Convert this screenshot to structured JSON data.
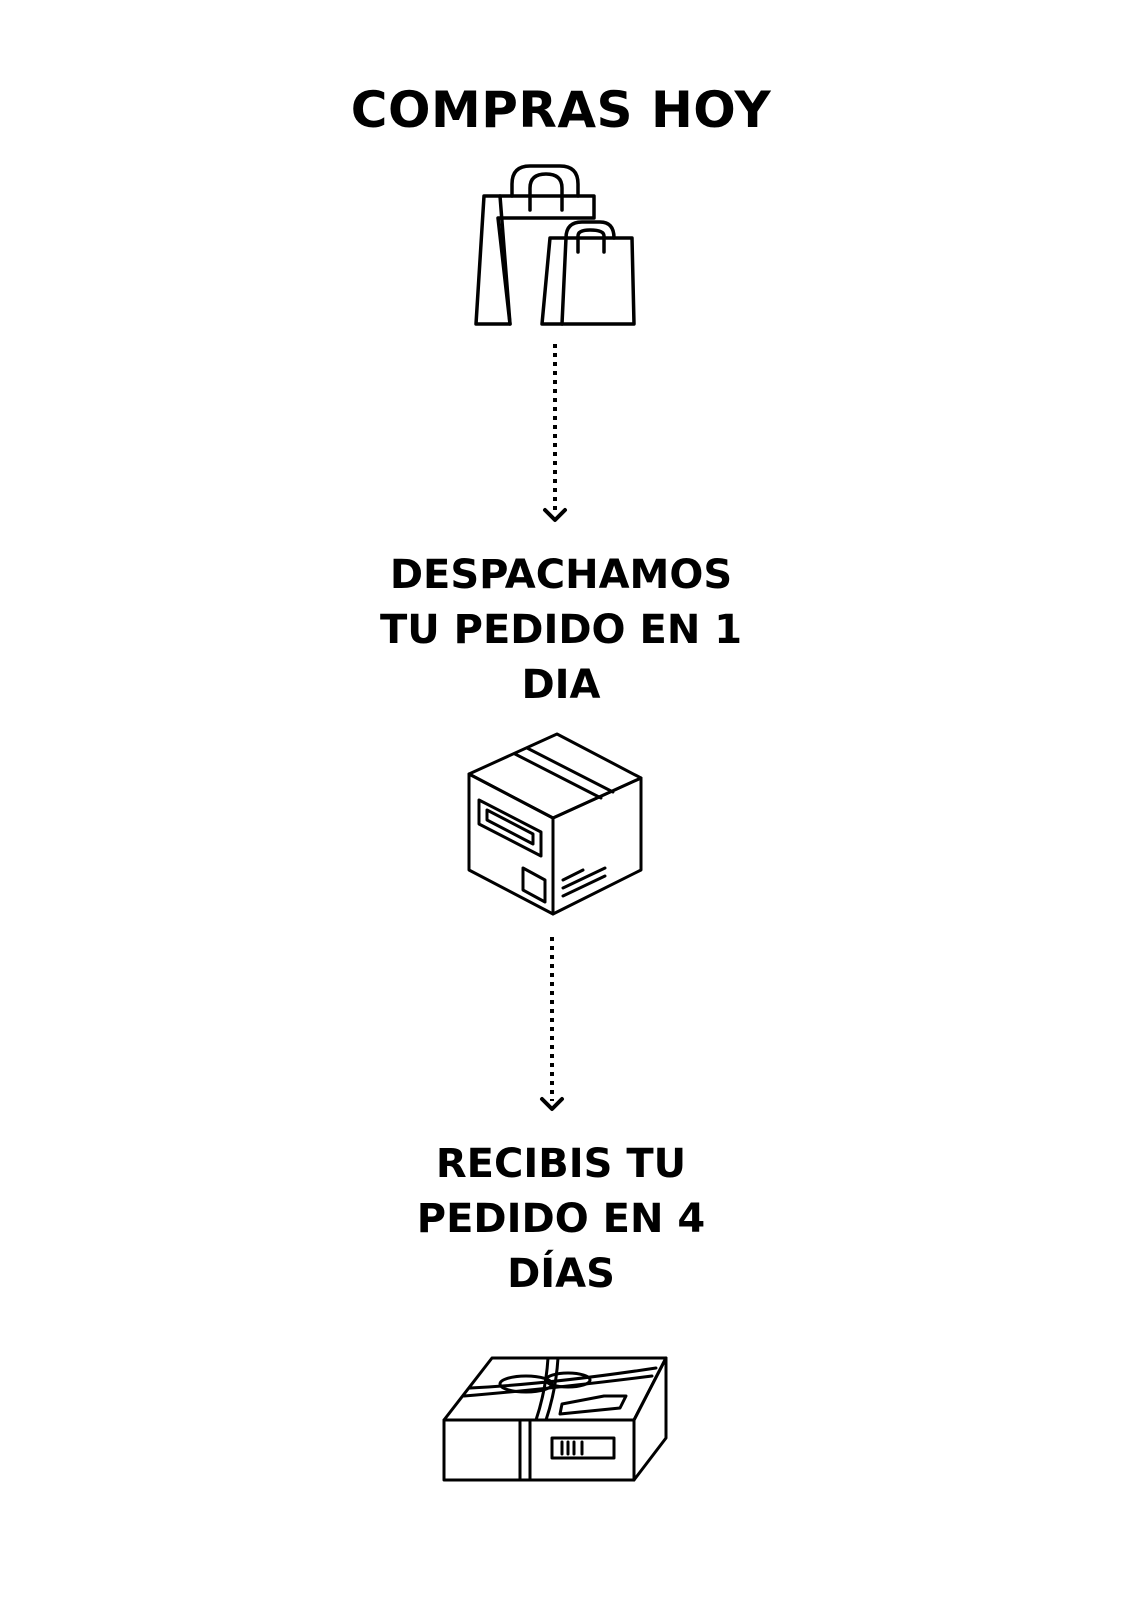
{
  "steps": [
    {
      "lines": [
        "COMPRAS HOY"
      ],
      "icon": "shopping-bags-icon"
    },
    {
      "lines": [
        "DESPACHAMOS",
        "TU PEDIDO EN 1",
        "DIA"
      ],
      "icon": "shipping-box-icon"
    },
    {
      "lines": [
        "RECIBIS TU",
        "PEDIDO EN 4",
        "DÍAS"
      ],
      "icon": "tied-package-icon"
    }
  ],
  "connectors": [
    "dotted-arrow-down",
    "dotted-arrow-down"
  ],
  "colors": {
    "ink": "#000000",
    "background": "#ffffff"
  }
}
